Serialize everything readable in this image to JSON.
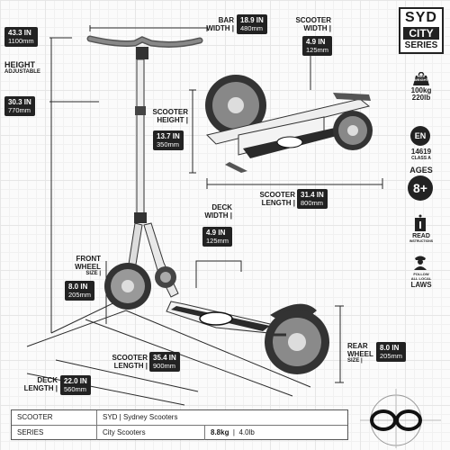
{
  "brand": {
    "line1": "SYD",
    "line2": "CITY",
    "line3": "SERIES"
  },
  "dims": {
    "height_total": {
      "in": "43.3 IN",
      "mm": "1100mm"
    },
    "height_min": {
      "in": "30.3 IN",
      "mm": "770mm"
    },
    "height_label": "HEIGHT",
    "height_sub": "ADJUSTABLE",
    "bar_width": {
      "title": "BAR",
      "title2": "WIDTH |",
      "in": "18.9 IN",
      "mm": "480mm"
    },
    "scooter_width": {
      "title": "SCOOTER",
      "title2": "WIDTH |",
      "in": "4.9 IN",
      "mm": "125mm"
    },
    "scooter_height": {
      "title": "SCOOTER",
      "title2": "HEIGHT |",
      "in": "13.7 IN",
      "mm": "350mm"
    },
    "folded_length": {
      "title": "SCOOTER",
      "title2": "LENGTH |",
      "in": "31.4 IN",
      "mm": "800mm"
    },
    "deck_width": {
      "title": "DECK",
      "title2": "WIDTH |",
      "in": "4.9 IN",
      "mm": "125mm"
    },
    "front_wheel": {
      "title": "FRONT",
      "title2": "WHEEL",
      "title3": "SIZE |",
      "in": "8.0 IN",
      "mm": "205mm"
    },
    "scooter_length": {
      "title": "SCOOTER",
      "title2": "LENGTH |",
      "in": "35.4 IN",
      "mm": "900mm"
    },
    "rear_wheel": {
      "title": "REAR",
      "title2": "WHEEL",
      "title3": "SIZE |",
      "in": "8.0 IN",
      "mm": "205mm"
    },
    "deck_length": {
      "title": "DECK",
      "title2": "LENGTH |",
      "in": "22.0 IN",
      "mm": "560mm"
    }
  },
  "icons": {
    "max_weight": {
      "l1": "MAX",
      "l2": "WEIGHT",
      "kg": "100kg",
      "lb": "220lb"
    },
    "en": {
      "badge": "EN",
      "code": "14619",
      "class": "CLASS A"
    },
    "ages": {
      "label": "AGES",
      "value": "8+"
    },
    "read": {
      "label": "READ",
      "sub": "INSTRUCTIONS"
    },
    "laws": {
      "l1": "FOLLOW",
      "l2": "ALL LOCAL",
      "l3": "LAWS"
    }
  },
  "table": {
    "row1": {
      "key": "SCOOTER",
      "value": "SYD | Sydney Scooters"
    },
    "row2": {
      "key": "SERIES",
      "value": "City Scooters",
      "weight": "8.8kg",
      "sep": "|",
      "weight2": "4.0lb"
    }
  },
  "colors": {
    "ink": "#222222",
    "accent": "#111111",
    "grid": "#e6e6e6"
  }
}
